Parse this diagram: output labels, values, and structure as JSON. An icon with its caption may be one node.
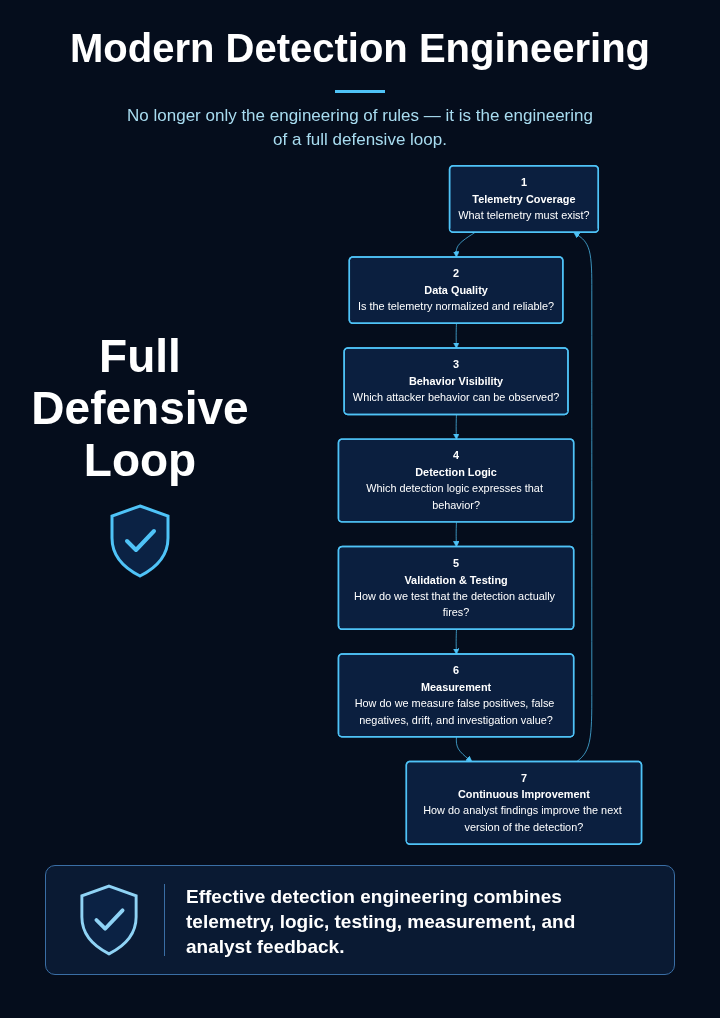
{
  "diagram": {
    "title": "Modern Detection Engineering",
    "caption": "Effective detection engineering combines telemetry, logic, testing, measurement, and analyst feedback.",
    "nodes": [
      {
        "text": [
          "1",
          "Telemetry Coverage",
          "What telemetry must exist?"
        ]
      },
      {
        "text": [
          "2",
          "Data Quality",
          "Is the telemetry normalized and reliable?"
        ]
      },
      {
        "text": [
          "3",
          "Behavior Visibility",
          "Which attacker behavior can be observed?"
        ]
      },
      {
        "text": [
          "4",
          "Detection Logic",
          "Which detection logic expresses that behavior?"
        ]
      },
      {
        "text": [
          "5",
          "Validation & Testing",
          "How do we test that the detection actually fires?"
        ]
      },
      {
        "text": [
          "6",
          "Measurement",
          "How do we measure false positives, false negatives, drift, and investigation value?"
        ]
      },
      {
        "text": [
          "7",
          "Continuous Improvement",
          "How do analyst findings improve the next version of the detection?"
        ]
      }
    ],
    "edges": [
      {
        "from": 0,
        "to": 1,
        "arrow": "to"
      },
      {
        "from": 1,
        "to": 2,
        "arrow": "to"
      },
      {
        "from": 2,
        "to": 3,
        "arrow": "to"
      },
      {
        "from": 3,
        "to": 4,
        "arrow": "to"
      },
      {
        "from": 4,
        "to": 5,
        "arrow": "to"
      },
      {
        "from": 5,
        "to": 6,
        "arrow": "to"
      },
      {
        "from": 6,
        "to": 0,
        "arrow": "to"
      }
    ],
    "labels": [
      "No longer only the engineering of rules — it is the engineering of a full defensive loop.",
      "Full Defensive Loop"
    ]
  }
}
